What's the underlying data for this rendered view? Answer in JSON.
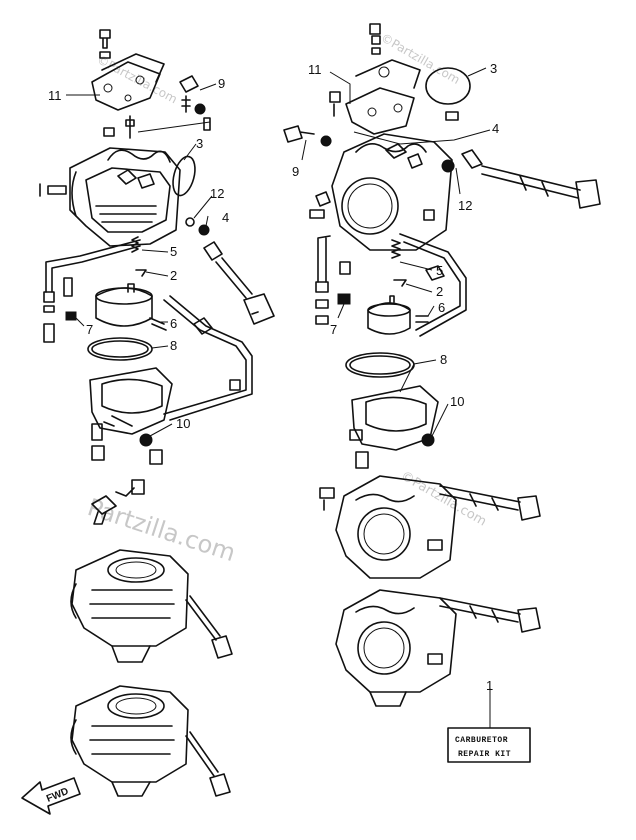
{
  "callouts": [
    {
      "id": "c11-left",
      "label": "11"
    },
    {
      "id": "c9-left",
      "label": "9"
    },
    {
      "id": "c3-left",
      "label": "3"
    },
    {
      "id": "c12-left",
      "label": "12"
    },
    {
      "id": "c4-left",
      "label": "4"
    },
    {
      "id": "c5-left",
      "label": "5"
    },
    {
      "id": "c2-left",
      "label": "2"
    },
    {
      "id": "c7-left",
      "label": "7"
    },
    {
      "id": "c6-left",
      "label": "6"
    },
    {
      "id": "c8-left",
      "label": "8"
    },
    {
      "id": "c10-left",
      "label": "10"
    },
    {
      "id": "c11-right",
      "label": "11"
    },
    {
      "id": "c3-right",
      "label": "3"
    },
    {
      "id": "c4-right",
      "label": "4"
    },
    {
      "id": "c9-right",
      "label": "9"
    },
    {
      "id": "c12-right",
      "label": "12"
    },
    {
      "id": "c5-right",
      "label": "5"
    },
    {
      "id": "c2-right",
      "label": "2"
    },
    {
      "id": "c6-right",
      "label": "6"
    },
    {
      "id": "c7-right",
      "label": "7"
    },
    {
      "id": "c8-right",
      "label": "8"
    },
    {
      "id": "c10-right",
      "label": "10"
    },
    {
      "id": "c1",
      "label": "1"
    }
  ],
  "kit_box": {
    "line1": "CARBURETOR",
    "line2": "REPAIR KIT"
  },
  "fwd_label": "FWD",
  "watermark": {
    "main": "Partzilla.com",
    "small": "©Partzilla.com"
  }
}
